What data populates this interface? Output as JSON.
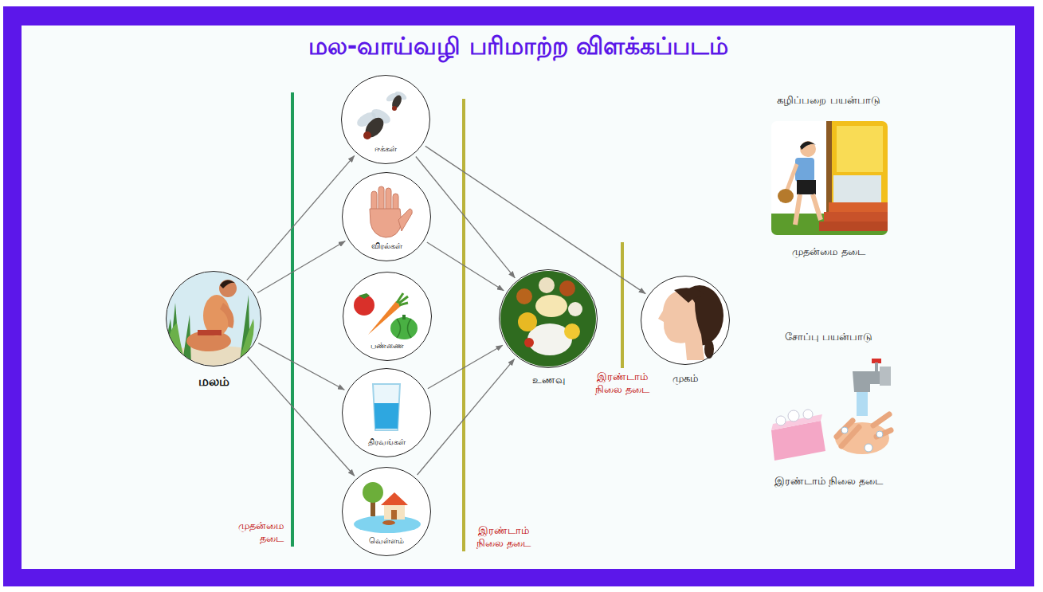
{
  "diagram": {
    "title": "மல-வாய்வழி பரிமாற்ற விளக்கப்படம்",
    "nodes": [
      {
        "text": [
          "மலம்"
        ]
      },
      {
        "text": [
          "ஈக்கள்"
        ]
      },
      {
        "text": [
          "விரல்கள்"
        ]
      },
      {
        "text": [
          "பண்ணை"
        ]
      },
      {
        "text": [
          "திரவங்கள்"
        ]
      },
      {
        "text": [
          "வெள்ளம்"
        ]
      },
      {
        "text": [
          "உணவு"
        ]
      },
      {
        "text": [
          "முகம்"
        ]
      },
      {
        "text": [
          "கழிப்பறை பயன்பாடு",
          "முதன்மை தடை"
        ]
      },
      {
        "text": [
          "சோப்பு பயன்பாடு",
          "இரண்டாம் நிலை தடை"
        ]
      }
    ],
    "edges": [
      {
        "from": 0,
        "to": 1,
        "arrow": "to"
      },
      {
        "from": 0,
        "to": 2,
        "arrow": "to"
      },
      {
        "from": 0,
        "to": 4,
        "arrow": "to"
      },
      {
        "from": 0,
        "to": 5,
        "arrow": "to"
      },
      {
        "from": 1,
        "to": 6,
        "arrow": "to"
      },
      {
        "from": 1,
        "to": 7,
        "arrow": "to"
      },
      {
        "from": 2,
        "to": 6,
        "arrow": "to"
      },
      {
        "from": 4,
        "to": 6,
        "arrow": "to"
      },
      {
        "from": 5,
        "to": 6,
        "arrow": "to"
      }
    ],
    "labels": [
      "முதன்மை தடை",
      "இரண்டாம் நிலை தடை",
      "இரண்டாம் நிலை தடை"
    ]
  }
}
